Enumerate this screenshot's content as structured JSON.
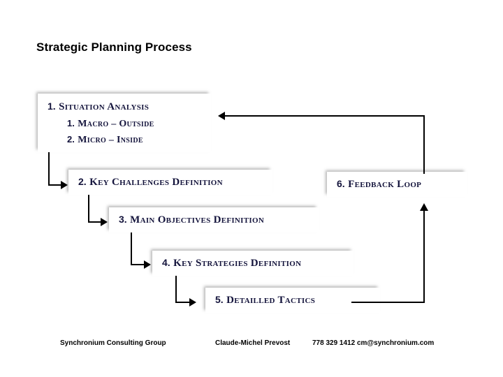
{
  "title": "Strategic Planning Process",
  "steps": [
    {
      "number": "1.",
      "label": "Situation Analysis",
      "substeps": [
        {
          "number": "1.",
          "label": "Macro – Outside"
        },
        {
          "number": "2.",
          "label": "Micro – Inside"
        }
      ]
    },
    {
      "number": "2.",
      "label": "Key Challenges Definition"
    },
    {
      "number": "3.",
      "label": "Main Objectives Definition"
    },
    {
      "number": "4.",
      "label": "Key Strategies Definition"
    },
    {
      "number": "5.",
      "label": "Detailled Tactics"
    },
    {
      "number": "6.",
      "label": "Feedback Loop"
    }
  ],
  "footer": {
    "company": "Synchronium Consulting Group",
    "person": "Claude-Michel Prevost",
    "contact": "778 329 1412 cm@synchronium.com"
  },
  "colors": {
    "background": "#ffffff",
    "text": "#000000",
    "box_text": "#14143c",
    "connector": "#000000",
    "shadow": "#888888"
  }
}
